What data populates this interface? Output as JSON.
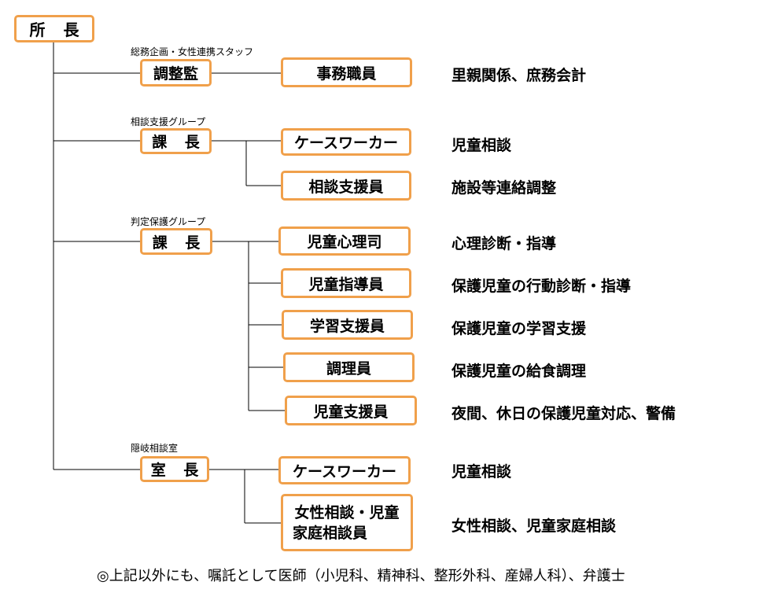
{
  "director": "所 長",
  "groups": [
    {
      "label": "総務企画・女性連携スタッフ",
      "head": "調整監",
      "members": [
        {
          "role": "事務職員",
          "duty": "里親関係、庶務会計"
        }
      ]
    },
    {
      "label": "相談支援グループ",
      "head": "課 長",
      "members": [
        {
          "role": "ケースワーカー",
          "duty": "児童相談"
        },
        {
          "role": "相談支援員",
          "duty": "施設等連絡調整"
        }
      ]
    },
    {
      "label": "判定保護グループ",
      "head": "課 長",
      "members": [
        {
          "role": "児童心理司",
          "duty": "心理診断・指導"
        },
        {
          "role": "児童指導員",
          "duty": "保護児童の行動診断・指導"
        },
        {
          "role": "学習支援員",
          "duty": "保護児童の学習支援"
        },
        {
          "role": "調理員",
          "duty": "保護児童の給食調理"
        },
        {
          "role": "児童支援員",
          "duty": "夜間、休日の保護児童対応、警備"
        }
      ]
    },
    {
      "label": "隠岐相談室",
      "head": "室 長",
      "members": [
        {
          "role": "ケースワーカー",
          "duty": "児童相談"
        },
        {
          "role": "女性相談・児童",
          "role_line2": "家庭相談員",
          "duty": "女性相談、児童家庭相談"
        }
      ]
    }
  ],
  "footnote": "◎上記以外にも、嘱託として医師（小児科、精神科、整形外科、産婦人科）、弁護士",
  "colors": {
    "box_border": "#f0a04b",
    "line": "#000000"
  }
}
